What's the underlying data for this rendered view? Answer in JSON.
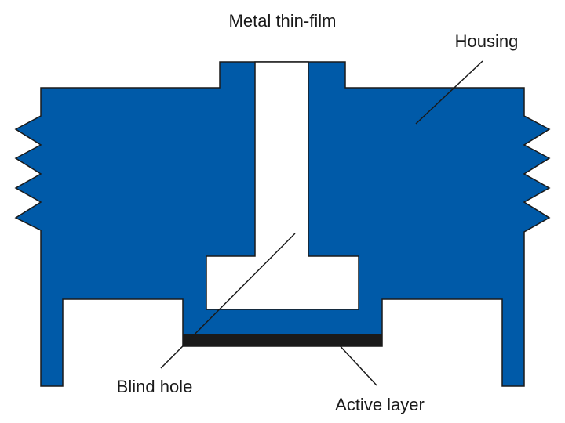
{
  "labels": {
    "metal_thin_film": "Metal thin-film",
    "housing": "Housing",
    "blind_hole": "Blind hole",
    "active_layer": "Active layer"
  },
  "colors": {
    "housing": "#005aa8",
    "housing_outline": "#1a1a1a",
    "active_layer": "#1a1a1a",
    "hole": "#ffffff",
    "leader_line": "#1a1a1a"
  }
}
